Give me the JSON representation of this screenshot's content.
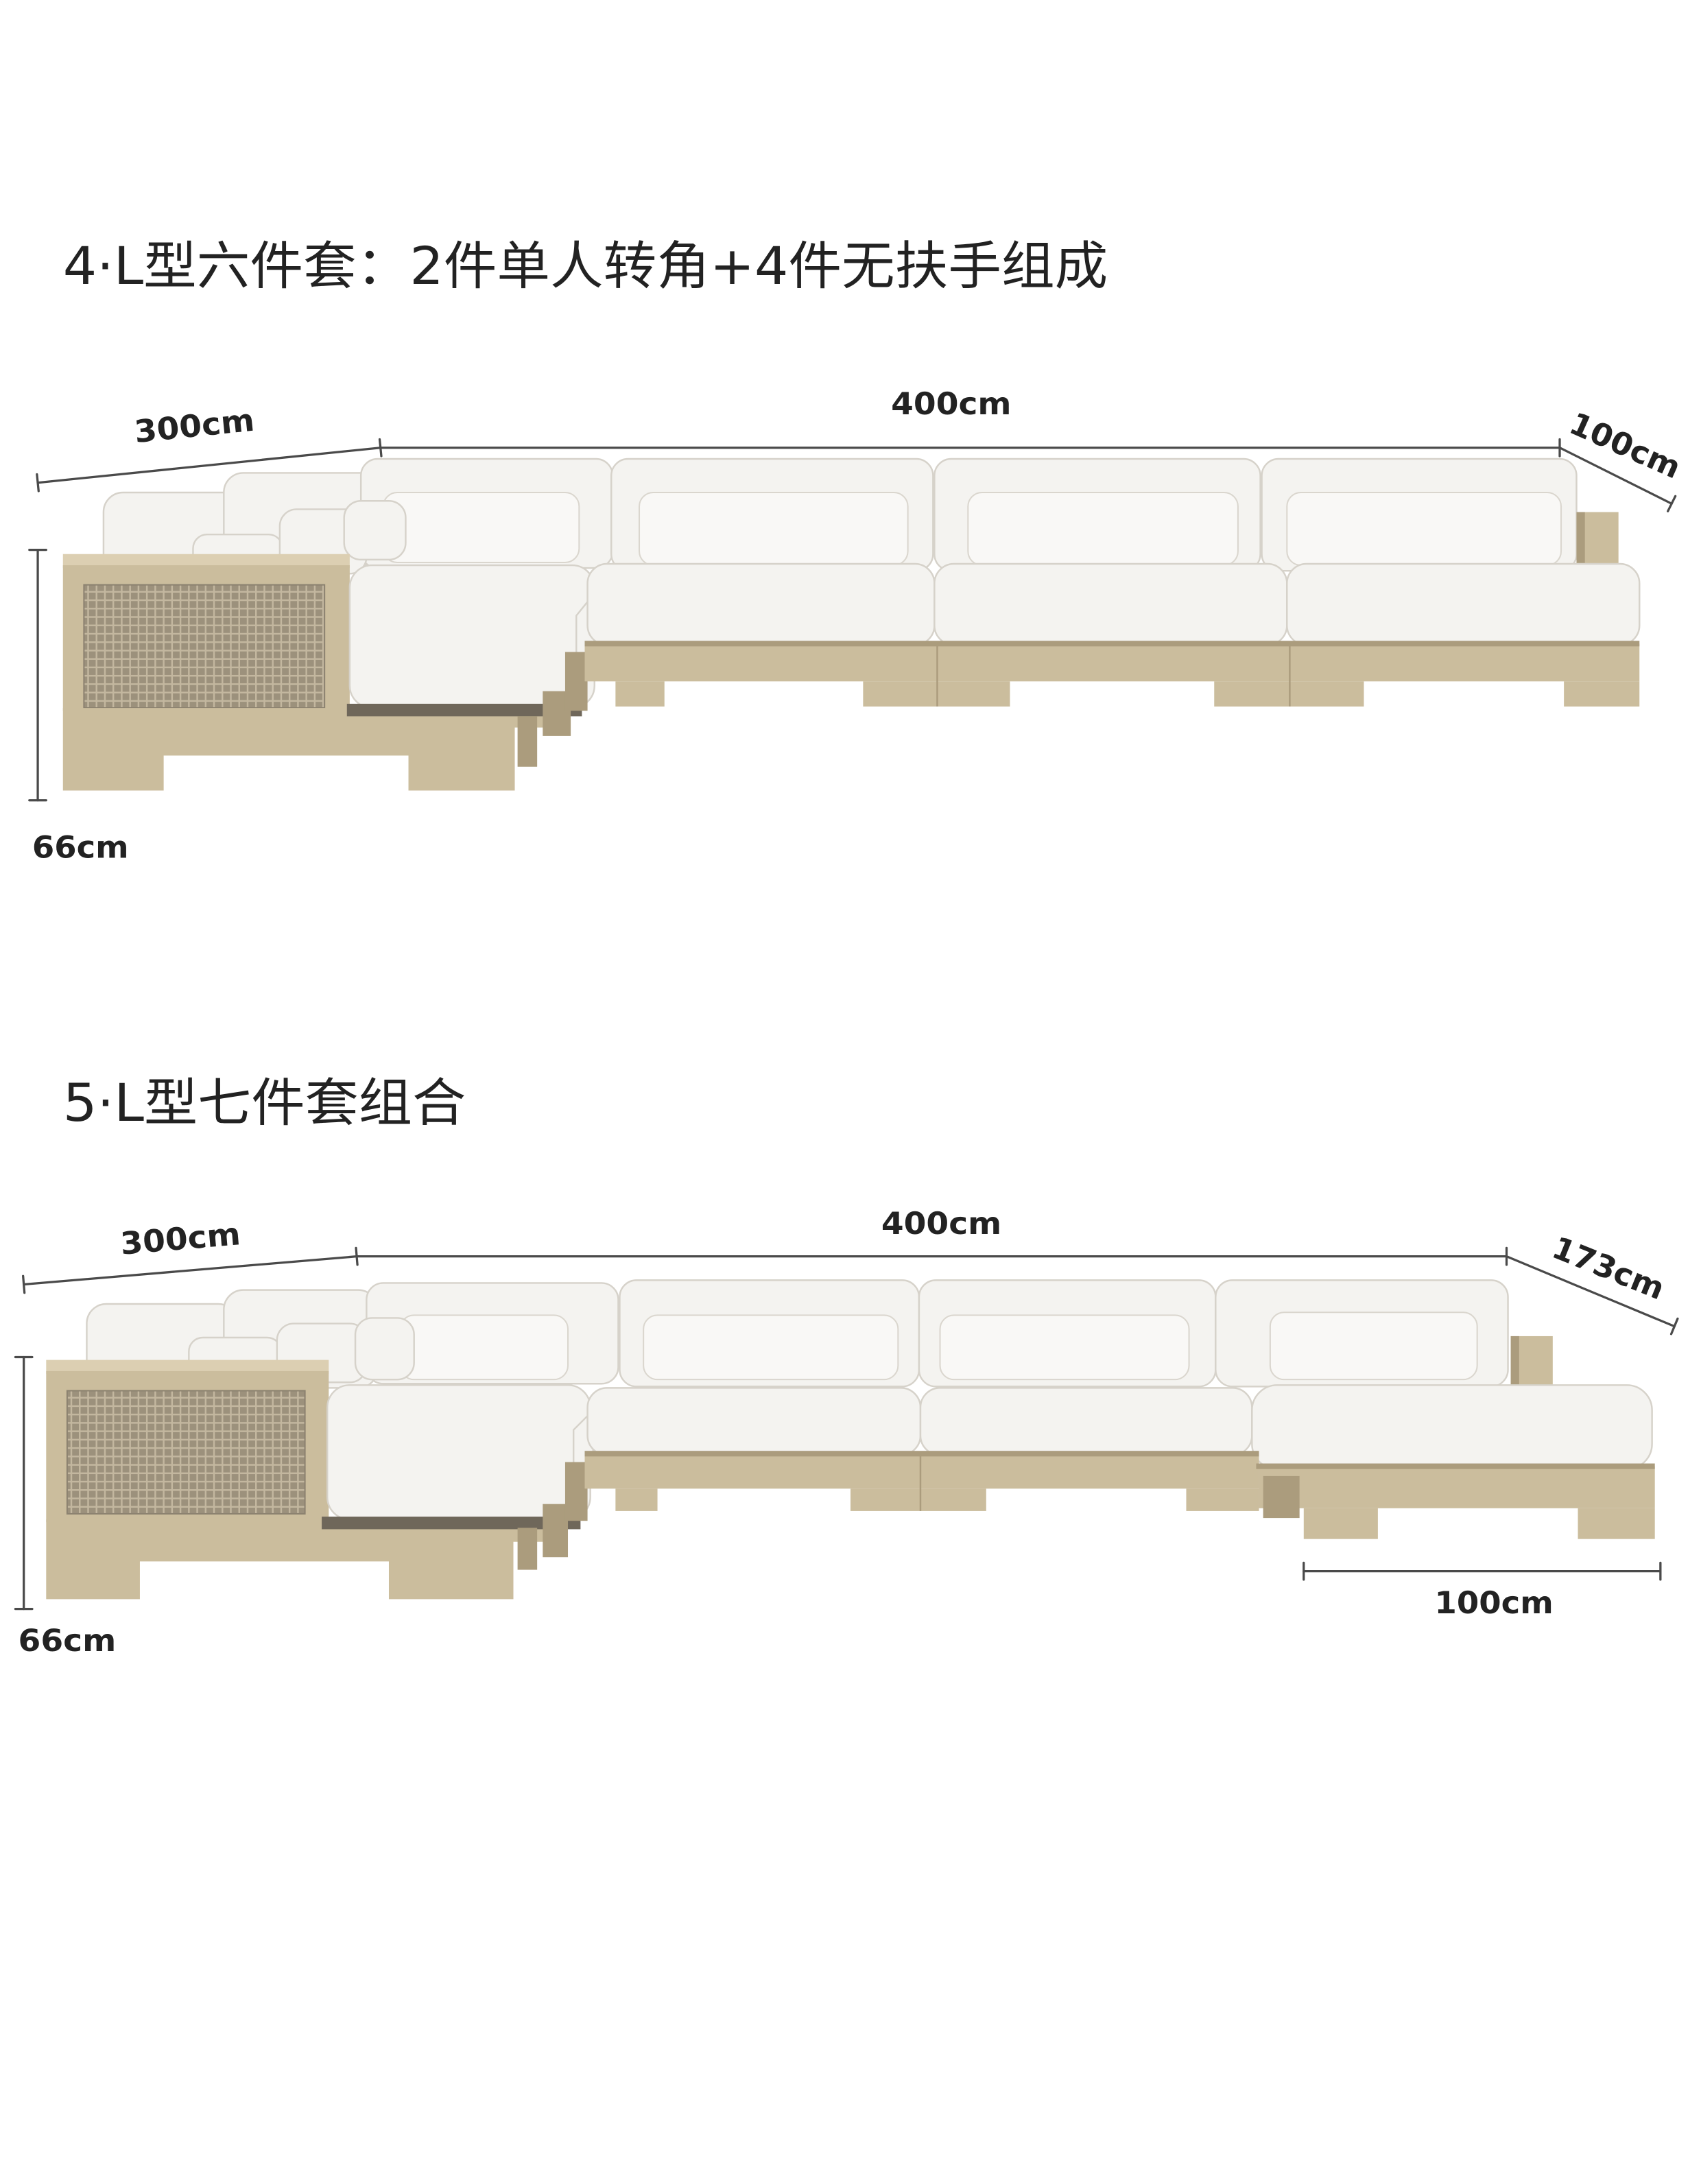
{
  "sections": [
    {
      "title": "4·L型六件套：2件单人转角+4件无扶手组成",
      "dimensions": {
        "left_depth": "300cm",
        "length": "400cm",
        "right_depth": "100cm",
        "height": "66cm"
      }
    },
    {
      "title": "5·L型七件套组合",
      "dimensions": {
        "left_depth": "300cm",
        "length": "400cm",
        "right_depth": "173cm",
        "height": "66cm",
        "chaise_width": "100cm"
      }
    }
  ],
  "colors": {
    "background": "#ffffff",
    "text": "#222222",
    "dimension_line": "#4a4a4a",
    "cushion": "#f4f3f0",
    "frame_wood": "#cbbd9d",
    "cane": "#9c917c"
  }
}
